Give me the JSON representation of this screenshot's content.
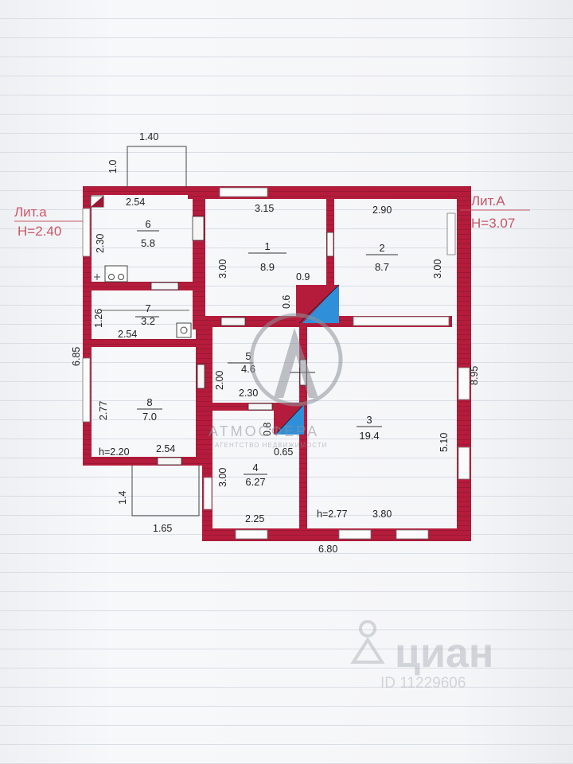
{
  "labels": {
    "lit_left": "Лит.а",
    "h_left": "H=2.40",
    "lit_right": "Лит.А",
    "h_right": "H=3.07",
    "h_inner_left": "h=2.20",
    "h_inner_right": "h=2.77"
  },
  "dimensions": {
    "porch_top_width": "1.40",
    "porch_top_depth": "1.0",
    "top_2_54": "2.54",
    "left_2_30": "2.30",
    "top_3_15": "3.15",
    "top_2_90": "2.90",
    "r1_height": "3.00",
    "r2_height": "3.00",
    "door_0_9": "0.9",
    "door_0_6": "0.6",
    "r7_height": "1.26",
    "r7_width": "2.54",
    "left_6_85": "6.85",
    "right_8_95": "8.95",
    "r5_height": "2.00",
    "r5_width": "2.30",
    "r8_height": "2.77",
    "r8_width": "2.54",
    "door_0_8": "0.8",
    "door_0_65": "0.65",
    "r3_height": "5.10",
    "r3_width": "3.80",
    "r4_height": "3.00",
    "r4_width": "2.25",
    "porch_bottom_depth": "1.4",
    "porch_bottom_width": "1.65",
    "total_width": "6.80"
  },
  "rooms": [
    {
      "number": "1",
      "area": "8.9"
    },
    {
      "number": "2",
      "area": "8.7"
    },
    {
      "number": "3",
      "area": "19.4"
    },
    {
      "number": "4",
      "area": "6.27"
    },
    {
      "number": "5",
      "area": "4.6"
    },
    {
      "number": "6",
      "area": "5.8"
    },
    {
      "number": "7",
      "area": "3.2"
    },
    {
      "number": "8",
      "area": "7.0"
    }
  ],
  "watermarks": {
    "brand": "АТМОСФЕРА",
    "brand_sub": "АГЕНТСТВО НЕДВИЖИМОСТИ",
    "cian": "циан",
    "cian_id": "ID 11229606"
  },
  "colors": {
    "wall": "#b51c3c",
    "wall_dark": "#8e1630",
    "stair": "#2f8fd8",
    "annotation": "#c9586a"
  }
}
